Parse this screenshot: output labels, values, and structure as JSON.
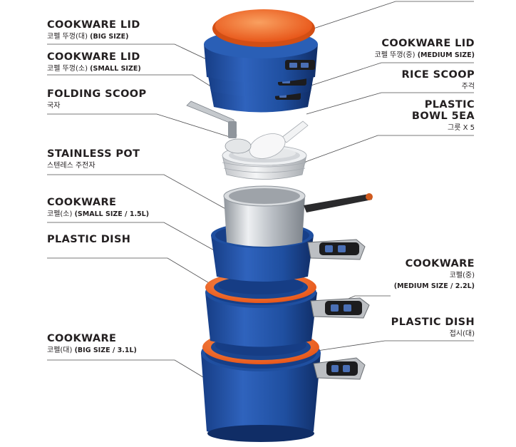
{
  "labels": {
    "lid_big": {
      "title": "COOKWARE LID",
      "sub_ko": "코펠 뚜껑(대)",
      "sub_en": "(BIG SIZE)"
    },
    "lid_small": {
      "title": "COOKWARE LID",
      "sub_ko": "코펠 뚜껑(소)",
      "sub_en": "(SMALL SIZE)"
    },
    "folding_scoop": {
      "title": "FOLDING SCOOP",
      "sub_ko": "국자"
    },
    "stainless_pot": {
      "title": "STAINLESS POT",
      "sub_ko": "스텐레스 주전자"
    },
    "cookware_small": {
      "title": "COOKWARE",
      "sub_ko": "코펠(소)",
      "sub_en": "(SMALL SIZE / 1.5L)"
    },
    "plastic_dish_left": {
      "title": "PLASTIC DISH"
    },
    "cookware_big": {
      "title": "COOKWARE",
      "sub_ko": "코펠(대)",
      "sub_en": "(BIG SIZE / 3.1L)"
    },
    "lid_medium": {
      "title": "COOKWARE LID",
      "sub_ko": "코펠 뚜껑(중)",
      "sub_en": "(MEDIUM SIZE)"
    },
    "rice_scoop": {
      "title": "RICE SCOOP",
      "sub_ko": "주걱"
    },
    "plastic_bowl": {
      "title_1": "PLASTIC",
      "title_2": "BOWL 5EA",
      "sub_ko": "그릇 X 5"
    },
    "cookware_medium": {
      "title": "COOKWARE",
      "sub_ko": "코펠(중)",
      "sub_en": "(MEDIUM SIZE / 2.2L)"
    },
    "plastic_dish_right": {
      "title": "PLASTIC DISH",
      "sub_ko": "접시(대)"
    }
  },
  "colors": {
    "pot_blue": "#1f4fa0",
    "pot_blue_dark": "#123470",
    "orange": "#f26522",
    "steel": "#c9ccd0",
    "leader_line": "#4d4d4f",
    "text": "#231f20"
  }
}
